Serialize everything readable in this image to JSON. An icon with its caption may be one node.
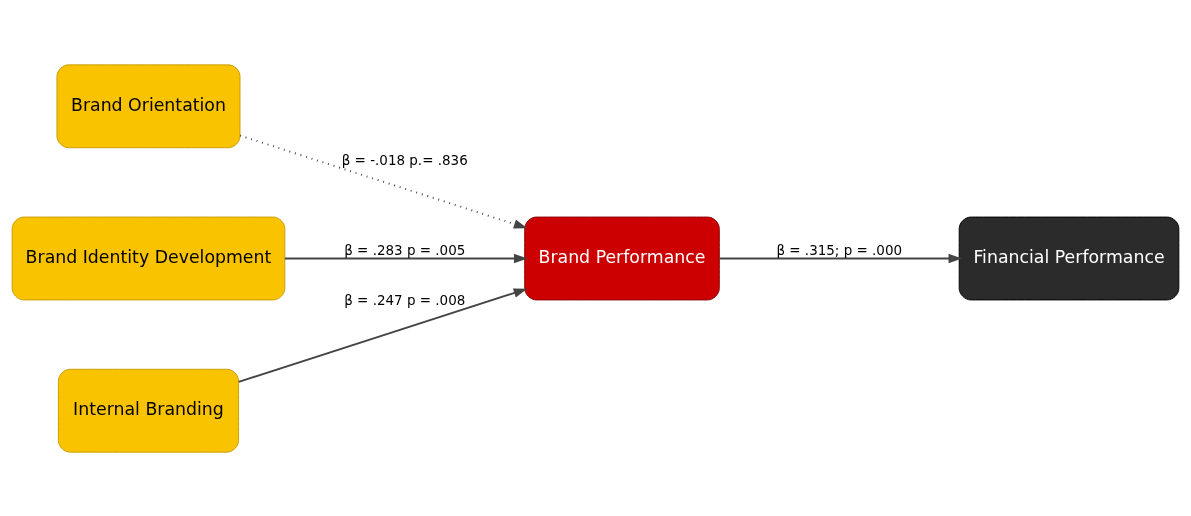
{
  "diagram": {
    "nodes": [
      {
        "text": [
          "Brand Orientation"
        ]
      },
      {
        "text": [
          "Brand Identity Development"
        ]
      },
      {
        "text": [
          "Internal Branding"
        ]
      },
      {
        "text": [
          "Brand Performance"
        ]
      },
      {
        "text": [
          "Financial Performance"
        ]
      }
    ],
    "edges": [
      {
        "from": 0,
        "to": 3,
        "arrow": "to",
        "label": "β = -.018 p.= .836",
        "style": "dashed"
      },
      {
        "from": 1,
        "to": 3,
        "arrow": "to",
        "label": "β = .283 p = .005"
      },
      {
        "from": 2,
        "to": 3,
        "arrow": "to",
        "label": "β = .247 p = .008"
      },
      {
        "from": 3,
        "to": 4,
        "arrow": "to",
        "label": "β = .315; p = .000"
      }
    ]
  }
}
